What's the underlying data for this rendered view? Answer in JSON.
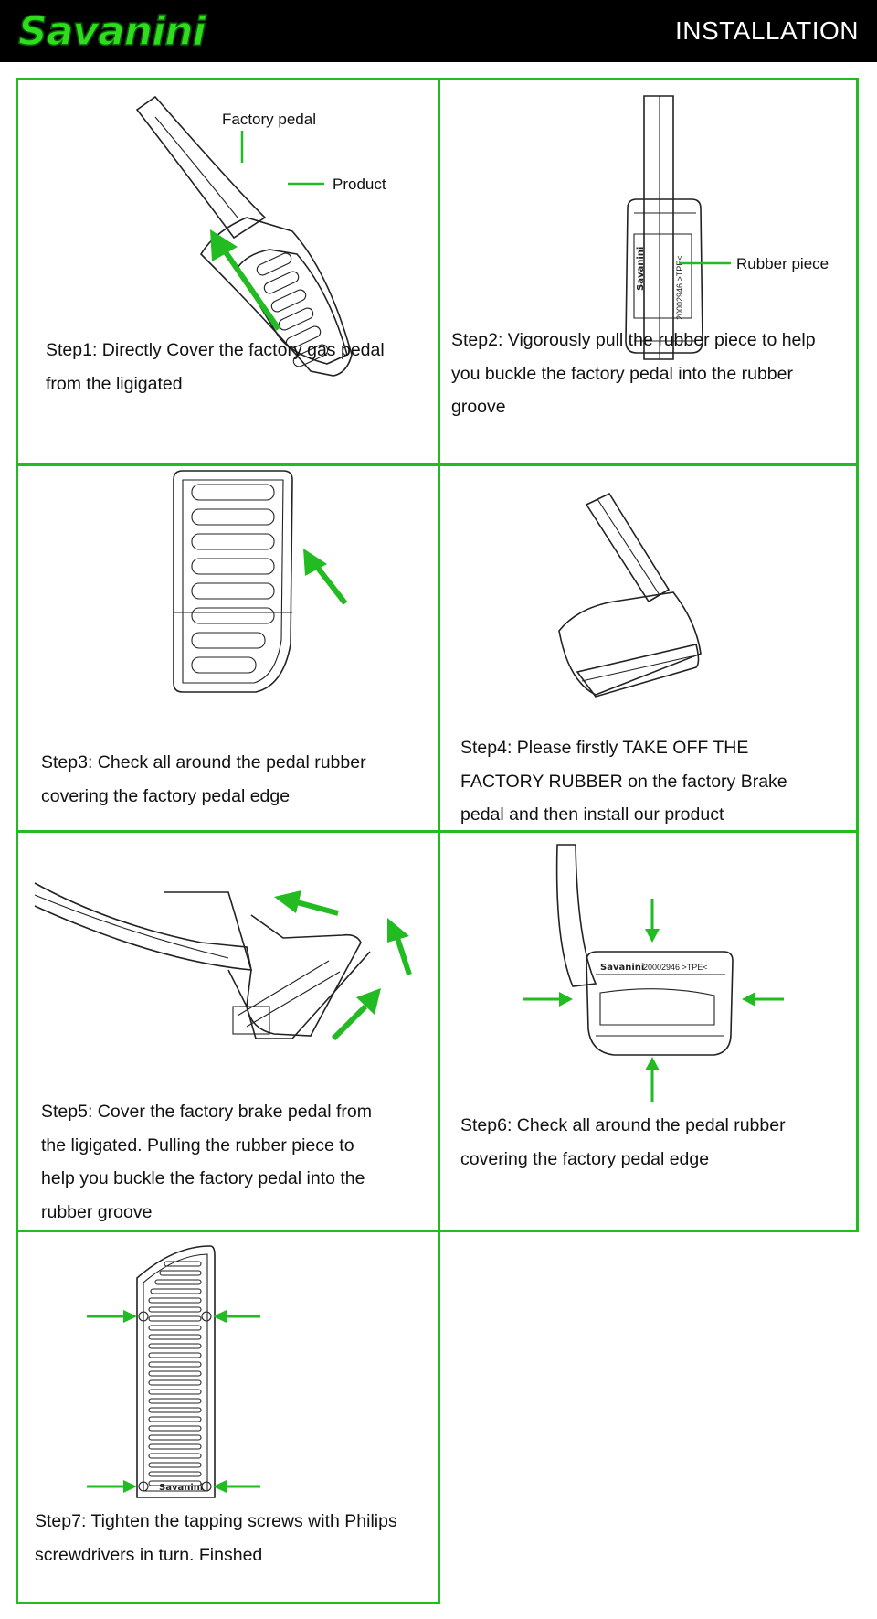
{
  "header": {
    "logo": "Savanini",
    "title": "INSTALLATION"
  },
  "steps": [
    {
      "text_lines": [
        "Step1: Directly Cover the factory gas pedal",
        "from the ligigated"
      ],
      "callouts": [
        "Factory pedal",
        "Product"
      ]
    },
    {
      "text_lines": [
        "Step2: Vigorously pull the rubber piece to help",
        "you buckle the factory pedal into the rubber",
        "groove"
      ],
      "callouts": [
        "Rubber piece"
      ],
      "product_markings": [
        "Savanini",
        "20002946 >TPE<"
      ]
    },
    {
      "text_lines": [
        "Step3: Check all around the pedal rubber",
        "covering the factory pedal edge"
      ]
    },
    {
      "text_lines": [
        "Step4: Please firstly TAKE OFF THE",
        "FACTORY RUBBER on the factory Brake",
        "pedal and then install our product"
      ]
    },
    {
      "text_lines": [
        "Step5: Cover the factory brake pedal from",
        "the ligigated. Pulling the rubber piece to",
        "help you buckle the factory pedal into the",
        "rubber  groove"
      ]
    },
    {
      "text_lines": [
        "Step6: Check all around the pedal rubber",
        "covering the factory pedal edge"
      ],
      "product_markings": [
        "Savanini",
        "20002946 >TPE<"
      ]
    },
    {
      "text_lines": [
        "Step7: Tighten the tapping screws with Philips",
        "screwdrivers in turn. Finshed"
      ],
      "product_markings": [
        "Savanini"
      ]
    }
  ],
  "colors": {
    "accent": "#22bb22",
    "header_bg": "#000000",
    "logo": "#2fdc1e"
  }
}
